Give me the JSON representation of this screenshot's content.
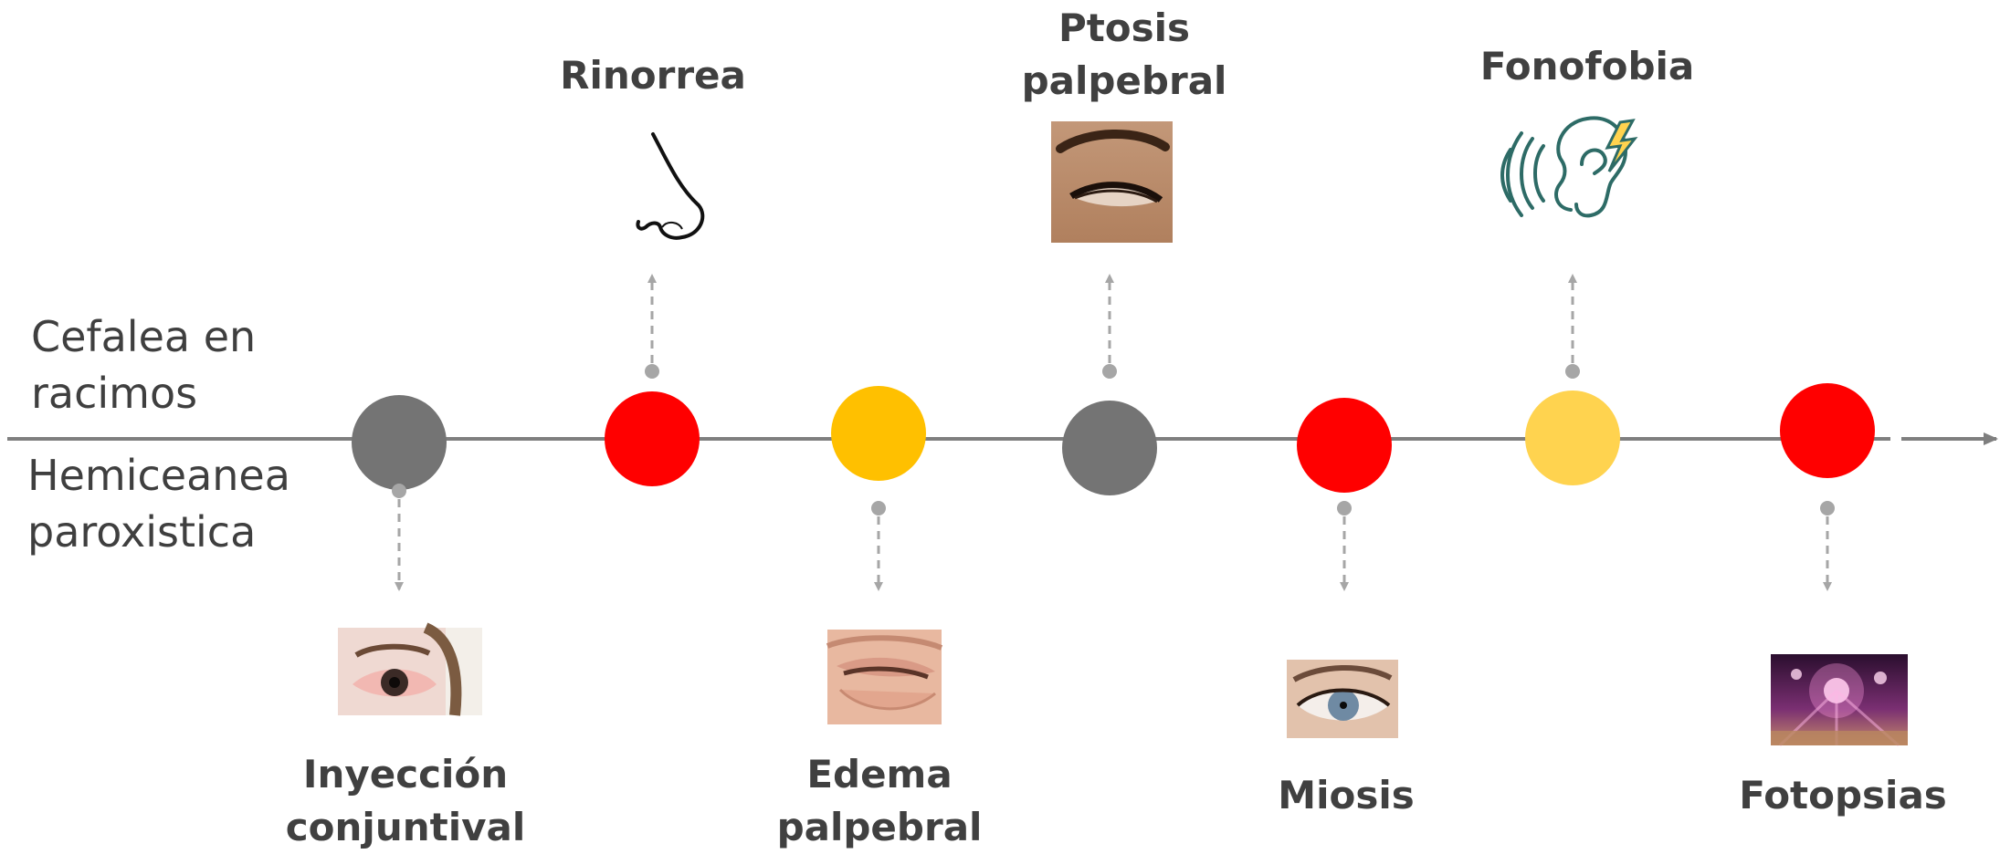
{
  "left_labels": {
    "top": [
      "Cefalea en",
      "racimos"
    ],
    "bottom": [
      "Hemiceanea",
      "paroxistica"
    ]
  },
  "colors": {
    "gray": "#747474",
    "red": "#ff0000",
    "amber": "#ffc000",
    "light_amber": "#ffd34f",
    "line": "#7f7f7f",
    "connector": "#a6a6a6",
    "text": "#404040"
  },
  "nodes": [
    {
      "id": "inyeccion",
      "color": "gray",
      "direction": "down",
      "label": [
        "Inyección",
        "conjuntival"
      ],
      "icon": "red-eye-photo-icon"
    },
    {
      "id": "rinorrea",
      "color": "red",
      "direction": "up",
      "label": [
        "Rinorrea"
      ],
      "icon": "nose-icon"
    },
    {
      "id": "edema",
      "color": "amber",
      "direction": "down",
      "label": [
        "Edema",
        "palpebral"
      ],
      "icon": "swollen-eyelid-photo-icon"
    },
    {
      "id": "ptosis",
      "color": "gray",
      "direction": "up",
      "label": [
        "Ptosis",
        "palpebral"
      ],
      "icon": "drooping-eyelid-photo-icon"
    },
    {
      "id": "miosis",
      "color": "red",
      "direction": "down",
      "label": [
        "Miosis"
      ],
      "icon": "small-pupil-eye-photo-icon"
    },
    {
      "id": "fonofobia",
      "color": "light_amber",
      "direction": "up",
      "label": [
        "Fonofobia"
      ],
      "icon": "ear-sound-icon"
    },
    {
      "id": "fotopsias",
      "color": "red",
      "direction": "down",
      "label": [
        "Fotopsias"
      ],
      "icon": "flashing-lights-photo-icon"
    }
  ]
}
